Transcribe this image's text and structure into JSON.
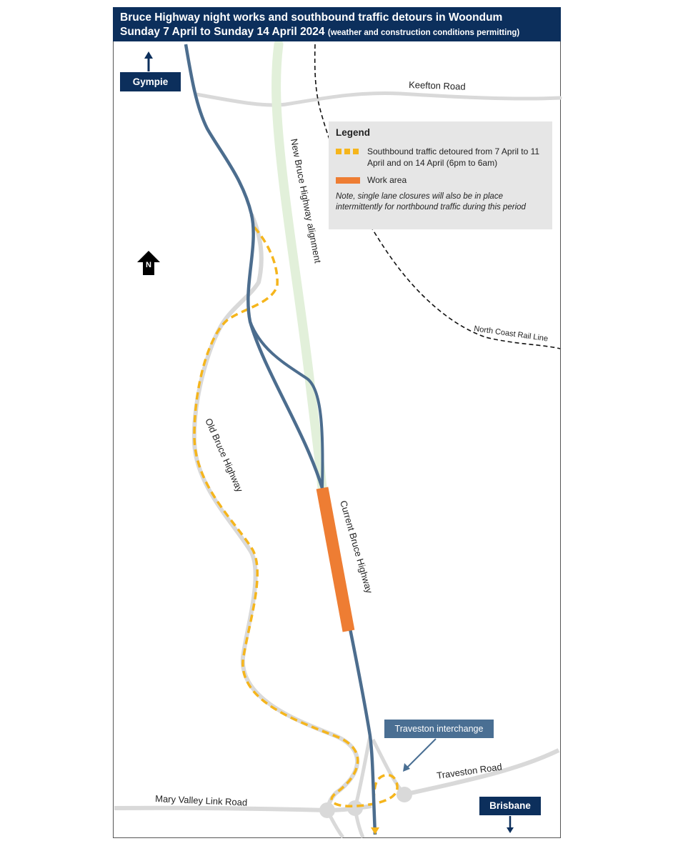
{
  "title": {
    "line1": "Bruce Highway night works and southbound traffic detours in Woondum",
    "line2": "Sunday 7 April  to  Sunday 14 April  2024",
    "line2_note": "(weather and construction conditions permitting)"
  },
  "destinations": {
    "north": "Gympie",
    "south": "Brisbane"
  },
  "north_arrow": "N",
  "legend": {
    "title": "Legend",
    "detour_label": "Southbound traffic detoured from 7 April to 11 April and on 14 April (6pm to 6am)",
    "work_label": "Work area",
    "note": "Note, single lane closures will also be in place intermittently for northbound traffic during this period"
  },
  "road_labels": {
    "keefton_road": "Keefton Road",
    "new_bruce_alignment": "New Bruce Highway alignment",
    "rail_line": "North Coast Rail Line",
    "old_bruce_highway": "Old Bruce Highway",
    "current_bruce_highway": "Current Bruce Highway",
    "traveston_road": "Traveston Road",
    "mary_valley_link_road": "Mary Valley  Link Road"
  },
  "callout": "Traveston  interchange",
  "colors": {
    "header": "#0c2f5c",
    "highway": "#4c6d8e",
    "detour": "#f5b51c",
    "work_area": "#ee7d33",
    "new_alignment": "#e2f0da",
    "minor_road": "#d9d9d9",
    "callout": "#4a6f93"
  },
  "icons": [
    "north-arrow-icon",
    "up-arrow-icon",
    "down-arrow-icon"
  ]
}
